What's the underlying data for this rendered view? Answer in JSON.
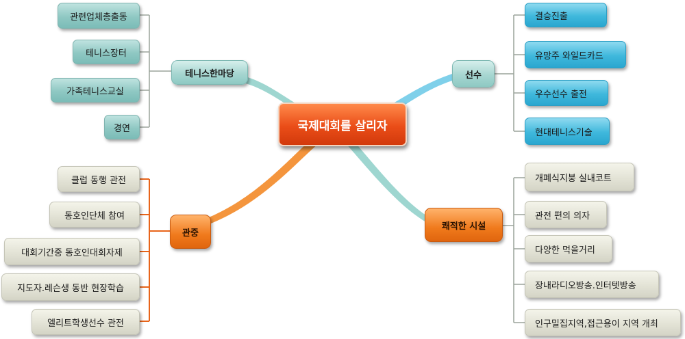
{
  "center": {
    "label": "국제대회를 살리자"
  },
  "branches": {
    "tennis_hall": {
      "label": "테니스한마당",
      "items": [
        "관련업체총출동",
        "테니스장터",
        "가족테니스교실",
        "경연"
      ]
    },
    "players": {
      "label": "선수",
      "items": [
        "결승진출",
        "유망주 와일드카드",
        "우수선수 출전",
        "현대테니스기술"
      ]
    },
    "audience": {
      "label": "관중",
      "items": [
        "클럽 동행 관전",
        "동호인단체 참여",
        "대회기간중 동호인대회자제",
        "지도자.레슨생 동반 현장학습",
        "엘리트학생선수 관전"
      ]
    },
    "facilities": {
      "label": "쾌적한 시설",
      "items": [
        "개폐식지붕 실내코트",
        "관전 편의 의자",
        "다양한 먹을거리",
        "장내라디오방송.인터텟방송",
        "인구밀집지역,접근용이 지역 개최"
      ]
    }
  },
  "colors": {
    "teal_branch": "#8fd0ca",
    "orange_branch": "#f07a1c",
    "center_fill": "#ea4d18",
    "cyan_item": "#3fb8dc",
    "orange_bracket": "#e8641a",
    "grey_bracket": "#9aa39a"
  }
}
